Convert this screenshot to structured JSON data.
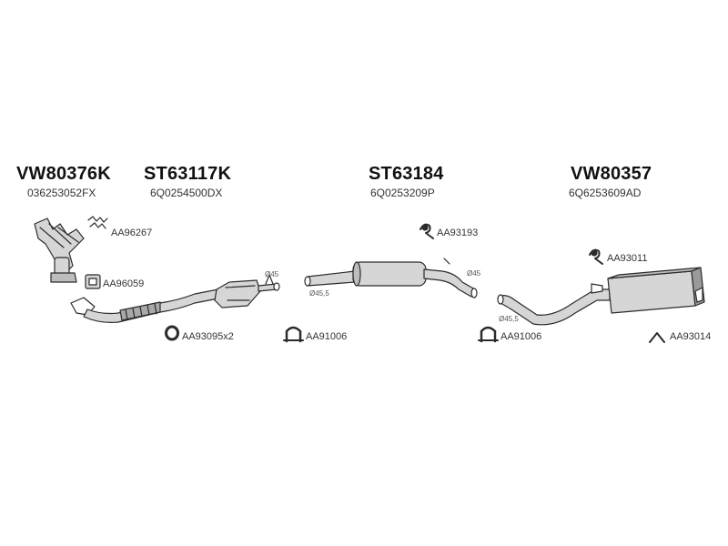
{
  "sections": [
    {
      "part": "VW80376K",
      "oe": "036253052FX"
    },
    {
      "part": "ST63117K",
      "oe": "6Q0254500DX"
    },
    {
      "part": "ST63184",
      "oe": "6Q0253209P"
    },
    {
      "part": "VW80357",
      "oe": "6Q6253609AD"
    }
  ],
  "accessories": {
    "a1": "AA96267",
    "a2": "AA96059",
    "a3": "AA93095x2",
    "a4": "AA91006",
    "a5": "AA93193",
    "a6": "AA91006",
    "a7": "AA93011",
    "a8": "AA93014"
  },
  "diameters": {
    "d1": "Ø45",
    "d2": "Ø45,5",
    "d3": "Ø45",
    "d4": "Ø45,5"
  },
  "colors": {
    "line": "#2b2b2b",
    "fill": "#d6d6d6",
    "shade": "#9a9a9a"
  }
}
